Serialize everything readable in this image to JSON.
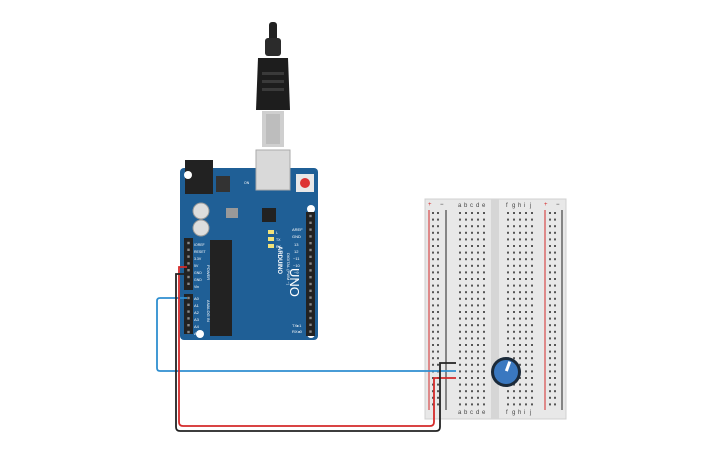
{
  "colors": {
    "board": "#1f5f96",
    "board_dark": "#184d7a",
    "breadboard": "#e6e6e6",
    "wire_blue": "#2f8fd0",
    "wire_red": "#d42a2a",
    "wire_black": "#222222",
    "pot": "#3a78c0"
  },
  "arduino": {
    "brand": "ARDUINO",
    "model": "UNO",
    "digital_label": "DIGITAL (PWM ~)",
    "power_label": "POWER",
    "analog_label": "ANALOG IN",
    "tx_label": "TX▸1",
    "rx_label": "RX◂0",
    "aref": "AREF",
    "gnd_top": "GND",
    "digital_pins": [
      "13",
      "12",
      "~11",
      "~10",
      "~9",
      "8"
    ],
    "power_pins": [
      "IOREF",
      "RESET",
      "3.3V",
      "5V",
      "GND",
      "GND",
      "Vin"
    ],
    "analog_pins": [
      "A0",
      "A1",
      "A2",
      "A3",
      "A4",
      "A5"
    ],
    "led_labels": [
      "L",
      "TX",
      "RX"
    ],
    "on_label": "ON"
  },
  "breadboard": {
    "columns_left": [
      "a",
      "b",
      "c",
      "d",
      "e"
    ],
    "columns_right": [
      "f",
      "g",
      "h",
      "i",
      "j"
    ],
    "rail_plus": "+",
    "rail_minus": "−",
    "row_count": 30
  }
}
